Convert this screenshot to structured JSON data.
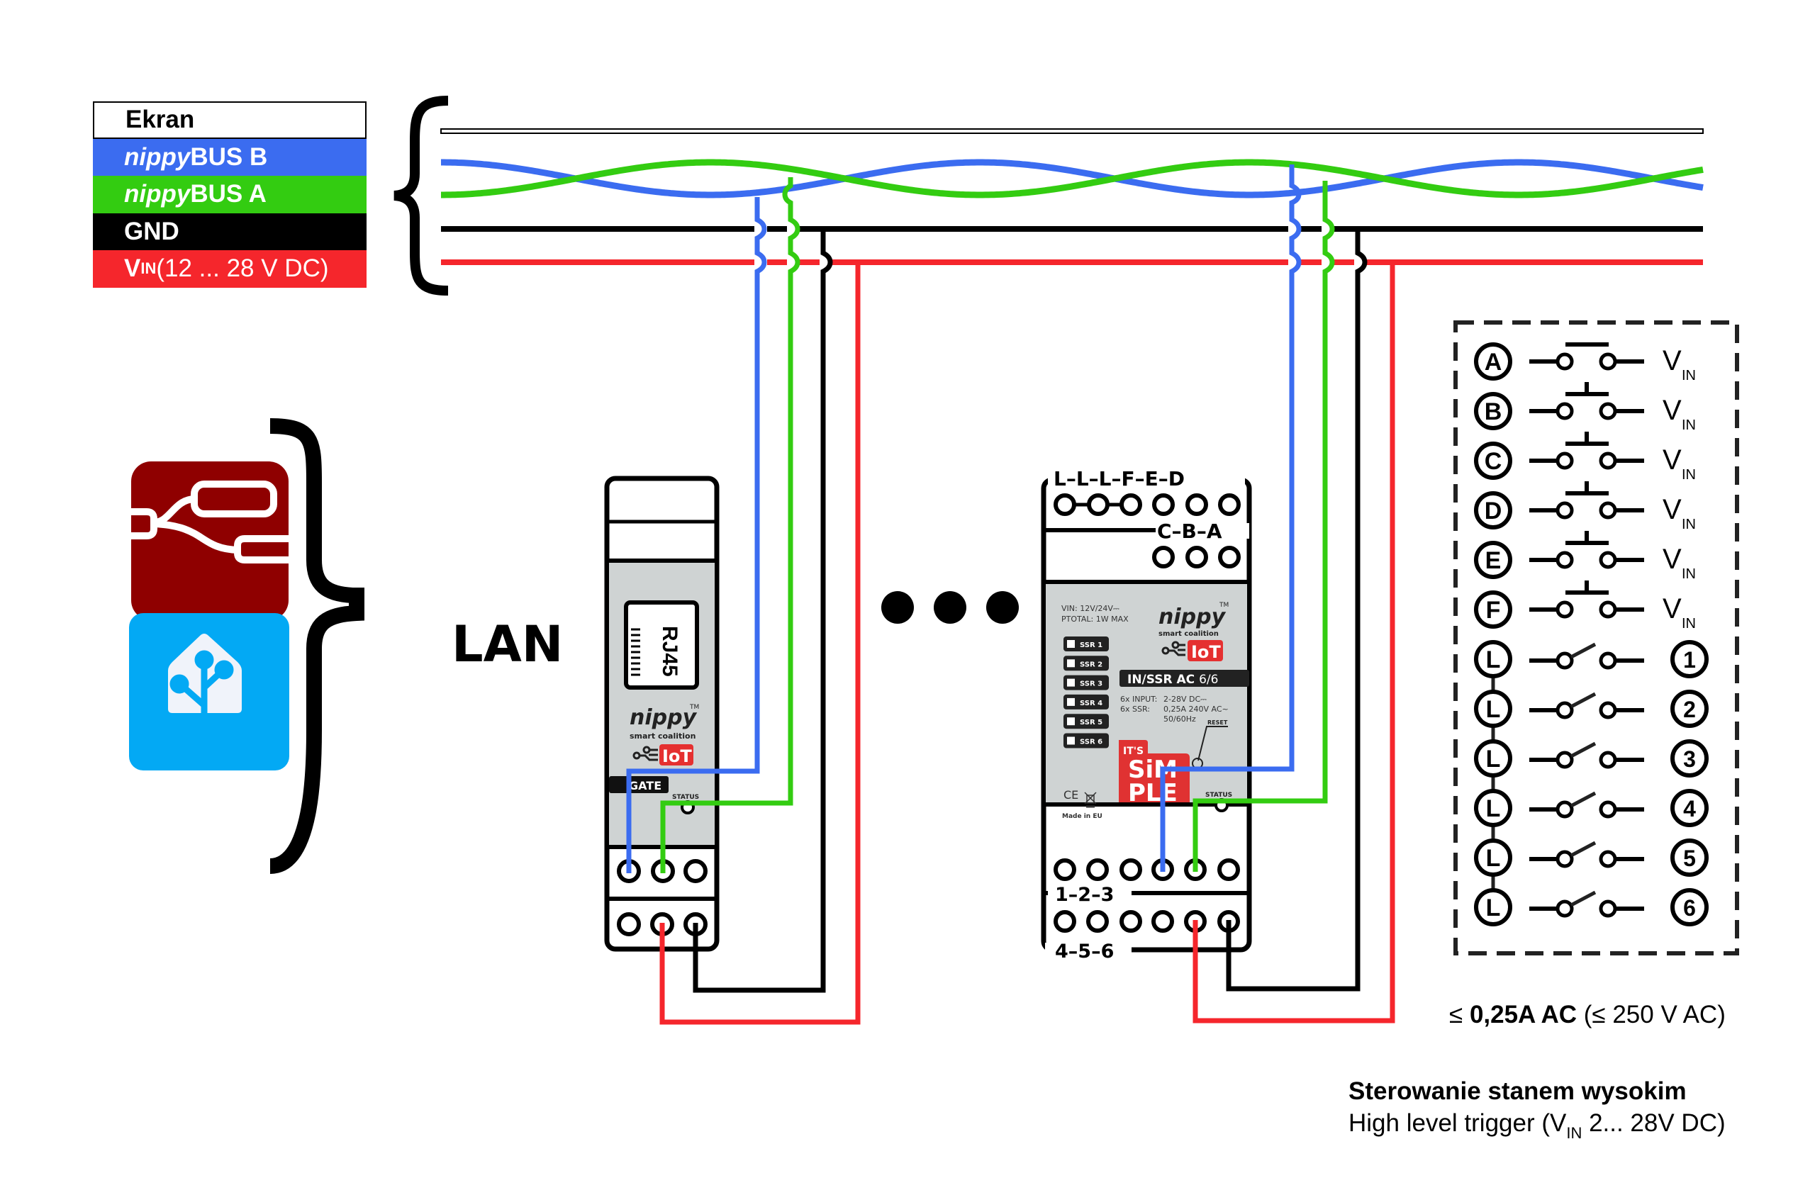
{
  "legend": {
    "rows": [
      {
        "id": "ekran",
        "label": "Ekran",
        "color": "#ffffff"
      },
      {
        "id": "bus-b",
        "label_italic": "nippy",
        "label": "BUS B",
        "color": "#3b6cf0"
      },
      {
        "id": "bus-a",
        "label_italic": "nippy",
        "label": "BUS A",
        "color": "#33cc11"
      },
      {
        "id": "gnd",
        "label": "GND",
        "color": "#000000"
      },
      {
        "id": "vin",
        "label_main": "V",
        "label_sub": "IN",
        "label": " (12 ... 28 V DC)",
        "color": "#f5262c"
      }
    ]
  },
  "lan_label": "LAN",
  "apps": [
    {
      "name": "Node-RED",
      "color": "#8f0000"
    },
    {
      "name": "Home Assistant",
      "color": "#03a9f4"
    }
  ],
  "gate_module": {
    "connector_label": "RJ45",
    "brand": "nippy",
    "tm": "TM",
    "tagline": "smart coalition",
    "iot_label": "IoT",
    "model_label": "GATE",
    "status_label": "STATUS"
  },
  "io_module": {
    "top_terminal_labels": "L–L–L–F–E–D",
    "mid_terminal_labels": "C–B–A",
    "bottom_labels_1": "1–2–3",
    "bottom_labels_2": "4–5–6",
    "vin_spec": "VIN:   12V/24V⎓",
    "ptotal_spec": "PTOTAL: 1W MAX",
    "brand": "nippy",
    "tm": "TM",
    "tagline": "smart coalition",
    "iot_label": "IoT",
    "model_label": "IN/SSR AC",
    "model_count": "6/6",
    "ssr_leds": [
      "SSR 1",
      "SSR 2",
      "SSR 3",
      "SSR 4",
      "SSR 5",
      "SSR 6"
    ],
    "input_spec_label": "6x INPUT:",
    "input_spec_value": "2-28V DC⎓",
    "ssr_spec_label": "6x SSR:",
    "ssr_spec_value": "0,25A 240V AC~",
    "ssr_spec_freq": "50/60Hz",
    "reset_label": "RESET",
    "its_label": "IT'S",
    "simple_line1": "SiM",
    "simple_line2": "PLE",
    "ce_label": "CE",
    "made_in": "Made in EU",
    "status_label": "STATUS"
  },
  "continuation_dots": 3,
  "wiring_legend": {
    "inputs": [
      {
        "terminal": "A",
        "target_main": "V",
        "target_sub": "IN"
      },
      {
        "terminal": "B",
        "target_main": "V",
        "target_sub": "IN"
      },
      {
        "terminal": "C",
        "target_main": "V",
        "target_sub": "IN"
      },
      {
        "terminal": "D",
        "target_main": "V",
        "target_sub": "IN"
      },
      {
        "terminal": "E",
        "target_main": "V",
        "target_sub": "IN"
      },
      {
        "terminal": "F",
        "target_main": "V",
        "target_sub": "IN"
      }
    ],
    "outputs": [
      {
        "terminal": "L",
        "target": "1"
      },
      {
        "terminal": "L",
        "target": "2"
      },
      {
        "terminal": "L",
        "target": "3"
      },
      {
        "terminal": "L",
        "target": "4"
      },
      {
        "terminal": "L",
        "target": "5"
      },
      {
        "terminal": "L",
        "target": "6"
      }
    ]
  },
  "notes": {
    "ssr_rating_prefix": "≤ ",
    "ssr_rating_bold": "0,25A AC",
    "ssr_rating_rest": " (≤ 250 V AC)",
    "trigger_title": "Sterowanie stanem wysokim",
    "trigger_desc_pre": "High level trigger (V",
    "trigger_desc_sub": "IN",
    "trigger_desc_post": " 2... 28V DC)"
  },
  "colors": {
    "bus_b": "#3b6cf0",
    "bus_a": "#33cc11",
    "gnd": "#000000",
    "vin": "#f5262c",
    "module_panel": "#cfd3d3",
    "iot_red": "#e53030",
    "simple_red": "#e03232"
  }
}
